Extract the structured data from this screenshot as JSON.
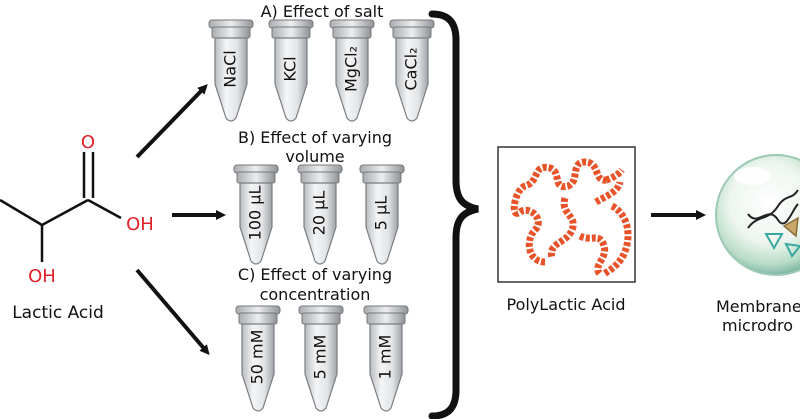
{
  "molecule": {
    "name": "Lactic Acid",
    "atom_o_carbonyl": "O",
    "atom_oh_acid": "OH",
    "atom_oh_alcohol": "OH",
    "atom_color": "#e0202a"
  },
  "panel_a": {
    "title": "A) Effect of salt",
    "tubes": [
      "NaCl",
      "KCl",
      "MgCl₂",
      "CaCl₂"
    ]
  },
  "panel_b": {
    "title_line1": "B) Effect of varying",
    "title_line2": "volume",
    "tubes": [
      "100 µL",
      "20 µL",
      "5 µL"
    ]
  },
  "panel_c": {
    "title_line1": "C) Effect of varying",
    "title_line2": "concentration",
    "tubes": [
      "50 mM",
      "5 mM",
      "1 mM"
    ]
  },
  "polymer": {
    "name": "PolyLactic Acid",
    "chain_color": "#e8542a"
  },
  "droplet": {
    "label_line1": "Membrane",
    "label_line2": "microdro"
  }
}
